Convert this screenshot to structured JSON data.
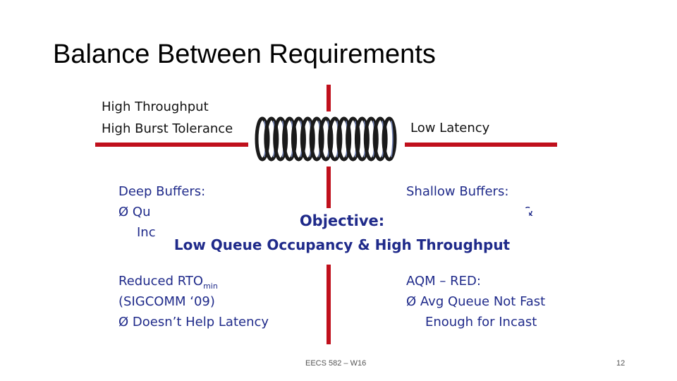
{
  "title": "Balance Between Requirements",
  "top_left": {
    "line1": "High Throughput",
    "line2": "High Burst Tolerance"
  },
  "top_right": "Low Latency",
  "deep_buffers": {
    "heading": "Deep Buffers:",
    "bullet": "Ø",
    "text1_partial": "Qu",
    "text2_partial": "Inc"
  },
  "shallow_buffers": {
    "heading": "Shallow Buffers:",
    "partial": "&"
  },
  "objective": {
    "label": "Objective:",
    "text": "Low Queue Occupancy & High Throughput"
  },
  "reduced_rto": {
    "heading_main": "Reduced RTO",
    "heading_sub": "min",
    "venue": "(SIGCOMM ‘09)",
    "bullet": "Ø",
    "point": "Doesn’t Help Latency"
  },
  "aqm": {
    "heading": "AQM – RED:",
    "bullet": "Ø",
    "line1": "Avg Queue Not Fast",
    "line2": "Enough for Incast"
  },
  "footer": {
    "course": "EECS 582 – W16",
    "page": "12"
  },
  "colors": {
    "divider": "#c0101c",
    "blue_text": "#1f2a8a",
    "spring_dark": "#1a1a1a",
    "spring_highlight": "#6f7fb0"
  },
  "icons": {
    "spring": "spring-coil-image"
  }
}
